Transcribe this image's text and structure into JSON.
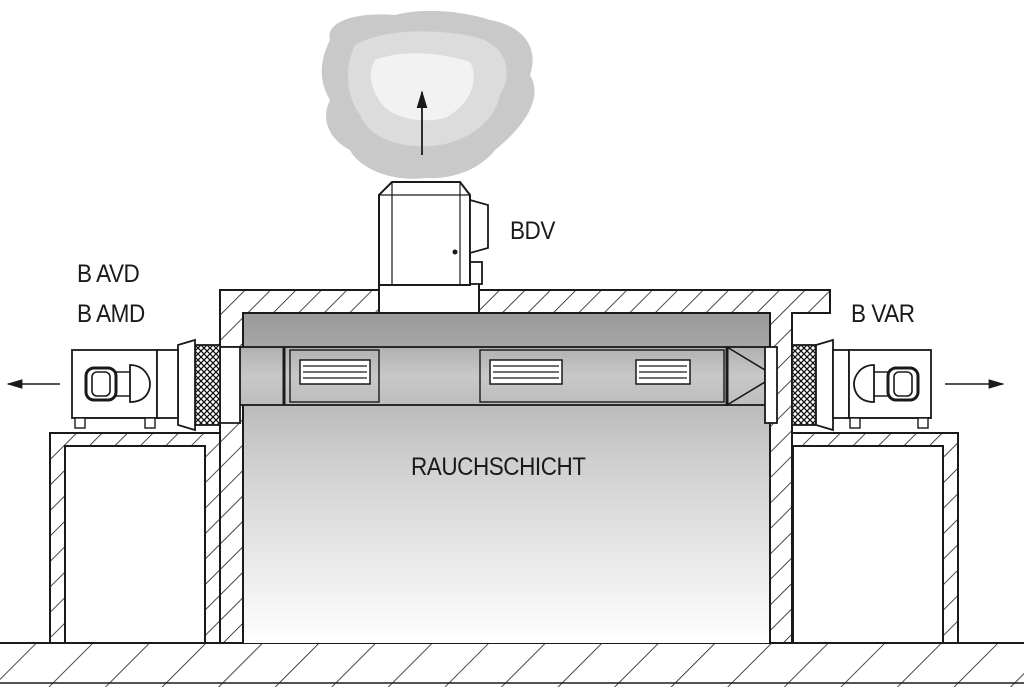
{
  "labels": {
    "bdv": "BDV",
    "b_avd": "B AVD",
    "b_amd": "B AMD",
    "b_var": "B VAR",
    "rauchschicht": "RAUCHSCHICHT"
  },
  "colors": {
    "line": "#1a1a1a",
    "smoke_outer": "#c9c9c9",
    "smoke_inner": "#dcdcdc",
    "smoke_layer_top": "#9a9a9a",
    "smoke_layer_bottom": "#ffffff"
  },
  "icons": [
    "smoke-cloud",
    "up-arrow-icon",
    "left-arrow-icon",
    "right-arrow-icon",
    "fan-icon",
    "mesh-filter-icon",
    "louver-grille-icon"
  ]
}
